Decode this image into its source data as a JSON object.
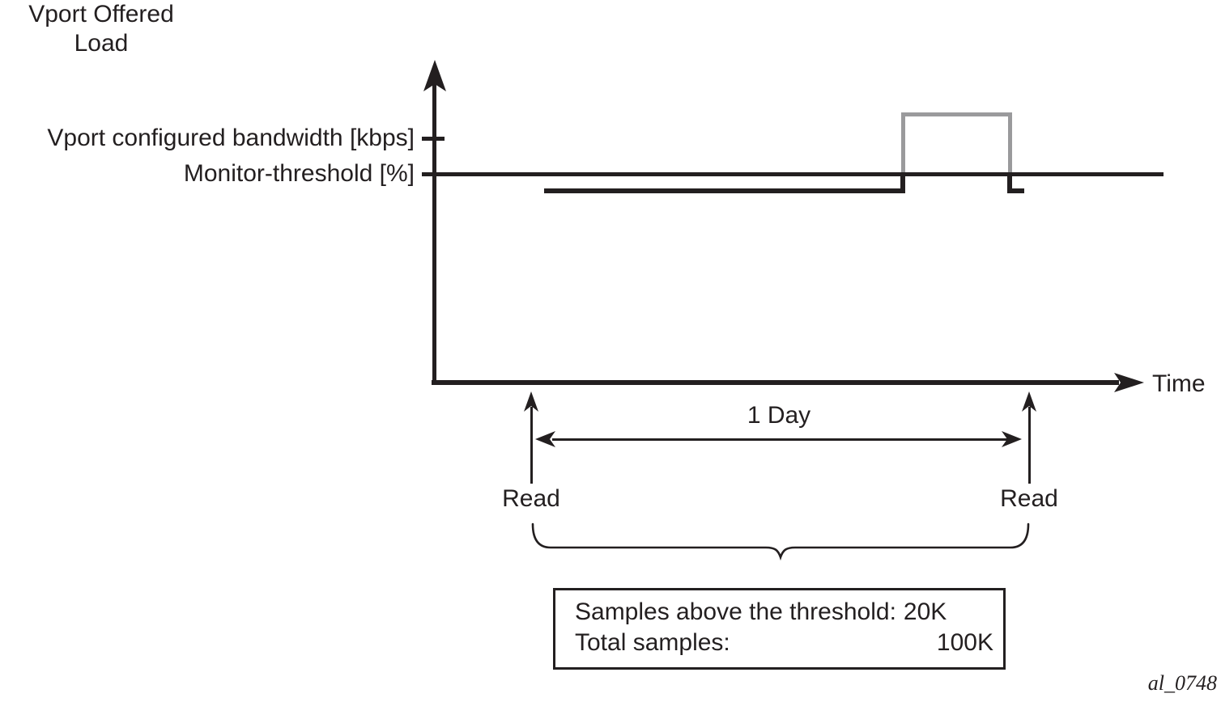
{
  "figure": {
    "y_axis_title_lines": [
      "Vport Offered",
      "Load"
    ],
    "axis_labels": {
      "x": "Time"
    },
    "threshold_labels": {
      "bandwidth": "Vport configured bandwidth [kbps]",
      "monitor": "Monitor-threshold [%]"
    },
    "interval": {
      "label": "1 Day"
    },
    "reads": {
      "left": "Read",
      "right": "Read"
    },
    "samples_box": {
      "line1_label": "Samples above the threshold:",
      "line1_value": "20K",
      "line2_label": "Total samples:",
      "line2_value": "100K"
    },
    "figure_id": "al_0748",
    "colors": {
      "ink": "#231f20",
      "pulse_gray": "#9a9a9c"
    }
  }
}
